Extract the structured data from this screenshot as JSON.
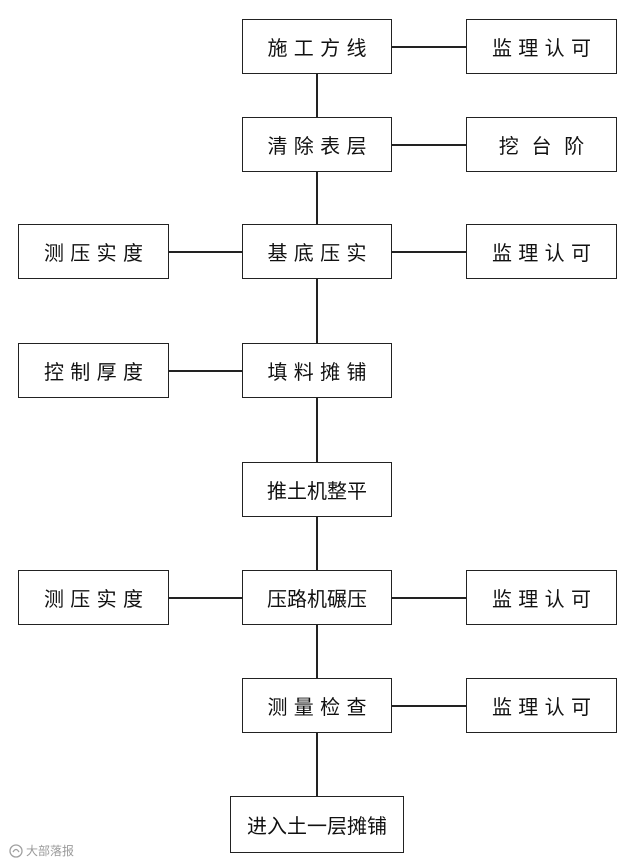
{
  "flowchart": {
    "steps": [
      "施 工 方 线",
      "清 除 表 层",
      "基 底 压 实",
      "填 料 摊 铺",
      "推土机整平",
      "压路机碾压",
      "测 量 检 查",
      "进入土一层摊铺"
    ],
    "left": {
      "basedi": "测 压 实 度",
      "tianliao": "控 制 厚 度",
      "yalu": "测 压 实 度"
    },
    "right": {
      "shigong": "监 理 认 可",
      "qingchu": "挖  台  阶",
      "basedi": "监 理 认 可",
      "yalu": "监 理 认 可",
      "celiang": "监 理 认 可"
    }
  },
  "watermark": {
    "text": "大部落报"
  }
}
